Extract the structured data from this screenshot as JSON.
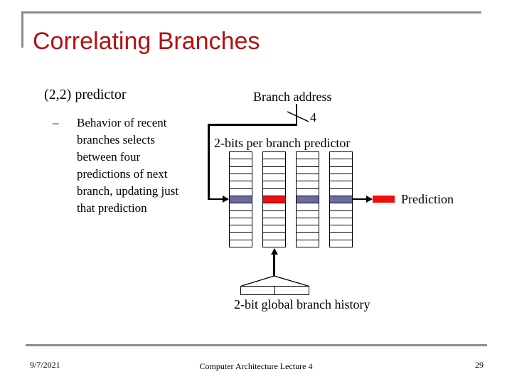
{
  "slide": {
    "title": "Correlating Branches",
    "heading": "(2,2) predictor",
    "bullet": {
      "marker": "–",
      "lines": [
        "Behavior of recent",
        "branches selects",
        "between four",
        "predictions of next",
        "branch, updating just",
        "that prediction"
      ]
    },
    "diagram": {
      "branch_address_label": "Branch address",
      "bus_width": "4",
      "predictor_label": "2-bits per branch predictor",
      "prediction_label": "Prediction",
      "history_label": "2-bit global branch history",
      "tables": {
        "count": 4,
        "rows": 13,
        "highlight_row_index": 6,
        "highlight_colors": [
          "#6b6b9e",
          "#ee0e0e",
          "#6b6b9e",
          "#6b6b9e"
        ]
      },
      "colors": {
        "selected_entry": "#6b6b9e",
        "active_entry": "#ee0e0e",
        "prediction_box": "#ee0e0e"
      }
    },
    "footer": {
      "date": "9/7/2021",
      "course": "Computer Architecture Lecture 4",
      "page": "29"
    },
    "colors": {
      "title": "#b21212",
      "rule": "#8c8c8c"
    }
  }
}
